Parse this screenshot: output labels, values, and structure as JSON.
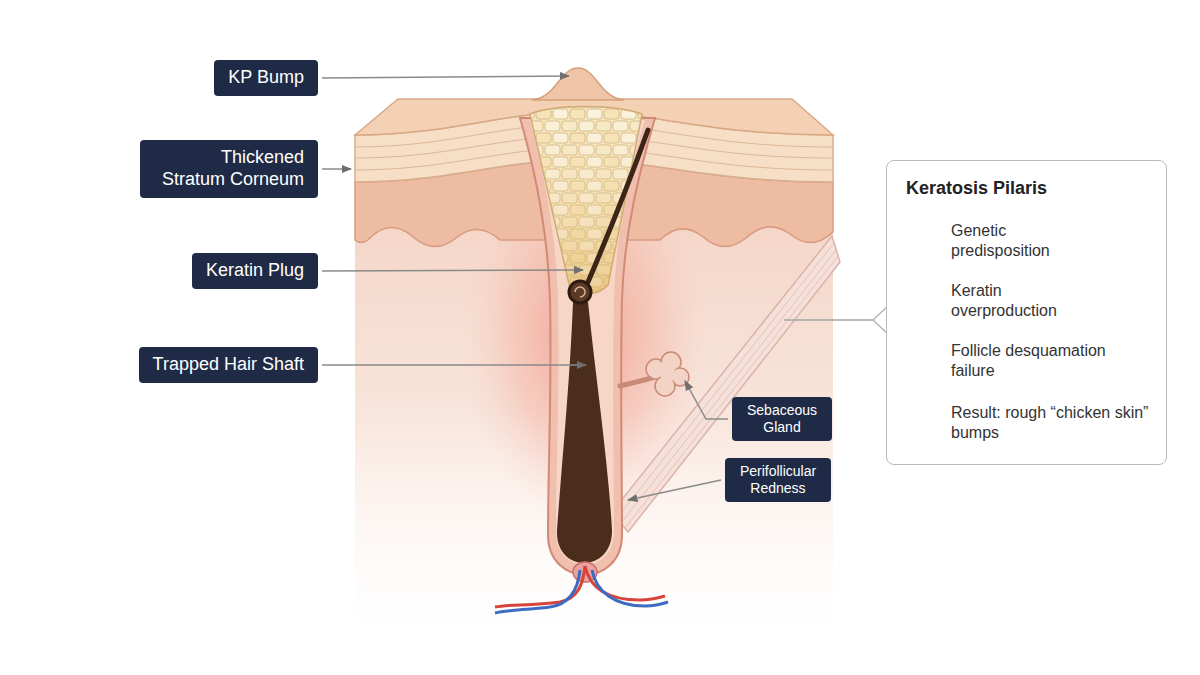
{
  "diagram": {
    "nodes": [
      {
        "text": [
          "KP Bump"
        ]
      },
      {
        "text": [
          "Thickened Stratum Corneum"
        ]
      },
      {
        "text": [
          "Keratin Plug"
        ]
      },
      {
        "text": [
          "Trapped Hair Shaft"
        ]
      },
      {
        "text": [
          "Keratosis Pilaris",
          "Genetic predisposition",
          "Keratin overproduction",
          "Follicle desquamation failure",
          "Result: rough “chicken skin” bumps"
        ]
      },
      {
        "text": [
          "Sebaceous Gland"
        ]
      },
      {
        "text": [
          "Perifollicular Redness"
        ]
      }
    ]
  }
}
